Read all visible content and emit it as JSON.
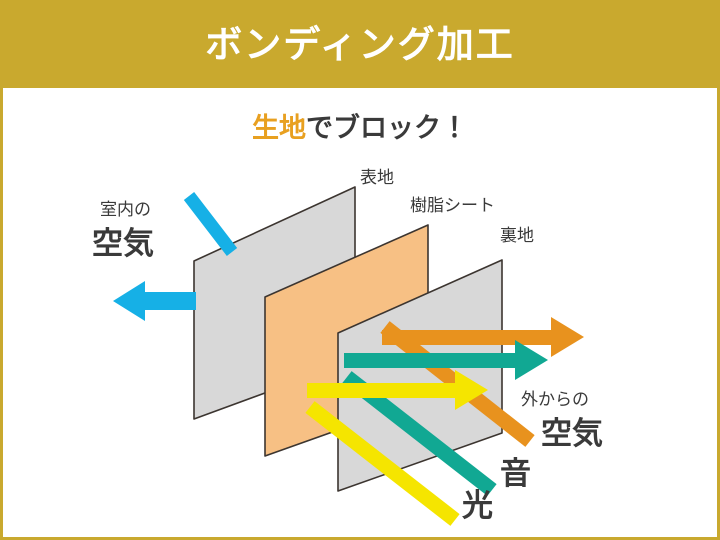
{
  "header": {
    "title": "ボンディング加工",
    "bg_color": "#c9a92e",
    "text_color": "#ffffff"
  },
  "subtitle": {
    "highlight": "生地",
    "rest": "でブロック！",
    "highlight_color": "#e8a020",
    "rest_color": "#3a3a3a"
  },
  "frame": {
    "border_color": "#c9a92e",
    "background": "#ffffff"
  },
  "layers": [
    {
      "id": "sheet-outer",
      "label": "表地",
      "fill": "#d8d8d8",
      "stroke": "#3c3530"
    },
    {
      "id": "sheet-resin",
      "label": "樹脂シート",
      "fill": "#f7c084",
      "stroke": "#3c3530"
    },
    {
      "id": "sheet-lining",
      "label": "裏地",
      "fill": "#d8d8d8",
      "stroke": "#3c3530"
    }
  ],
  "indoor": {
    "caption_small": "室内の",
    "caption_big": "空気",
    "arrow_color": "#16b0e6"
  },
  "outdoor": {
    "caption_small": "外からの",
    "caption_big": "空気",
    "arrow_color": "#e8921e"
  },
  "blocked_flows": [
    {
      "id": "flow-air",
      "label": "空気",
      "color": "#e8921e"
    },
    {
      "id": "flow-sound",
      "label": "音",
      "color": "#11a893"
    },
    {
      "id": "flow-light",
      "label": "光",
      "color": "#f5e500"
    }
  ]
}
